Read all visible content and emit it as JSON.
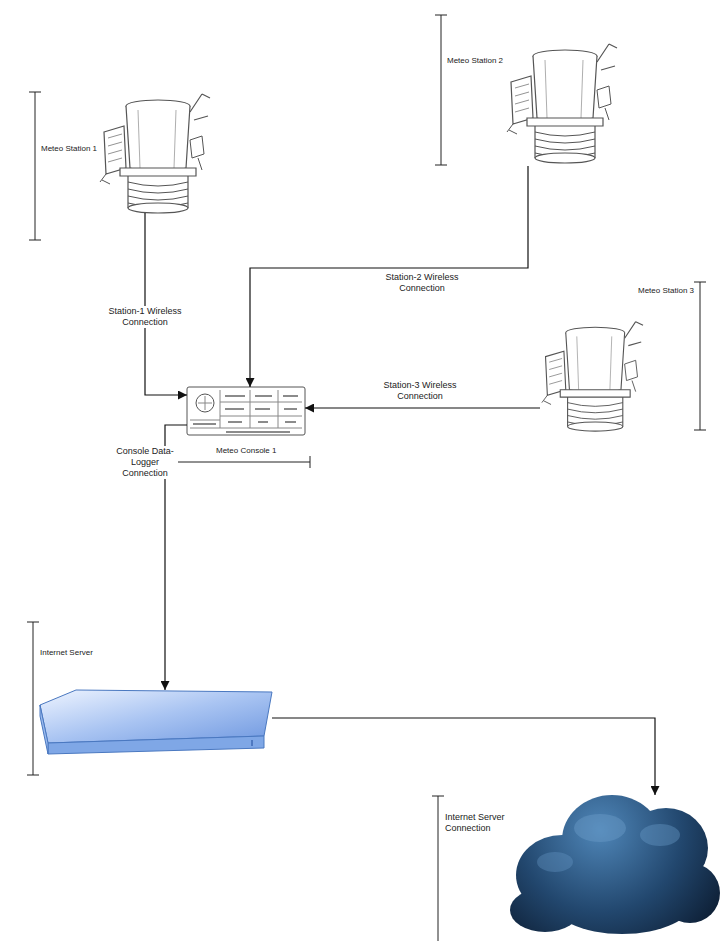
{
  "diagram": {
    "nodes": [
      {
        "text": [
          "Meteo Station 1"
        ]
      },
      {
        "text": [
          "Meteo Station 2"
        ]
      },
      {
        "text": [
          "Meteo Station 3"
        ]
      },
      {
        "text": [
          "Meteo Console 1"
        ]
      },
      {
        "text": [
          "Internet Server"
        ]
      },
      {
        "text": []
      }
    ],
    "edges": [
      {
        "from": 0,
        "to": 3,
        "label": "Station-1 Wireless Connection",
        "arrow": "to"
      },
      {
        "from": 1,
        "to": 3,
        "label": "Station-2 Wireless Connection",
        "arrow": "to"
      },
      {
        "from": 2,
        "to": 3,
        "label": "Station-3 Wireless Connection",
        "arrow": "to"
      },
      {
        "from": 3,
        "to": 4,
        "label": "Console Data-Logger Connection",
        "arrow": "to"
      },
      {
        "from": 4,
        "to": 5,
        "label": "Internet Server Connection",
        "arrow": "to"
      }
    ]
  }
}
